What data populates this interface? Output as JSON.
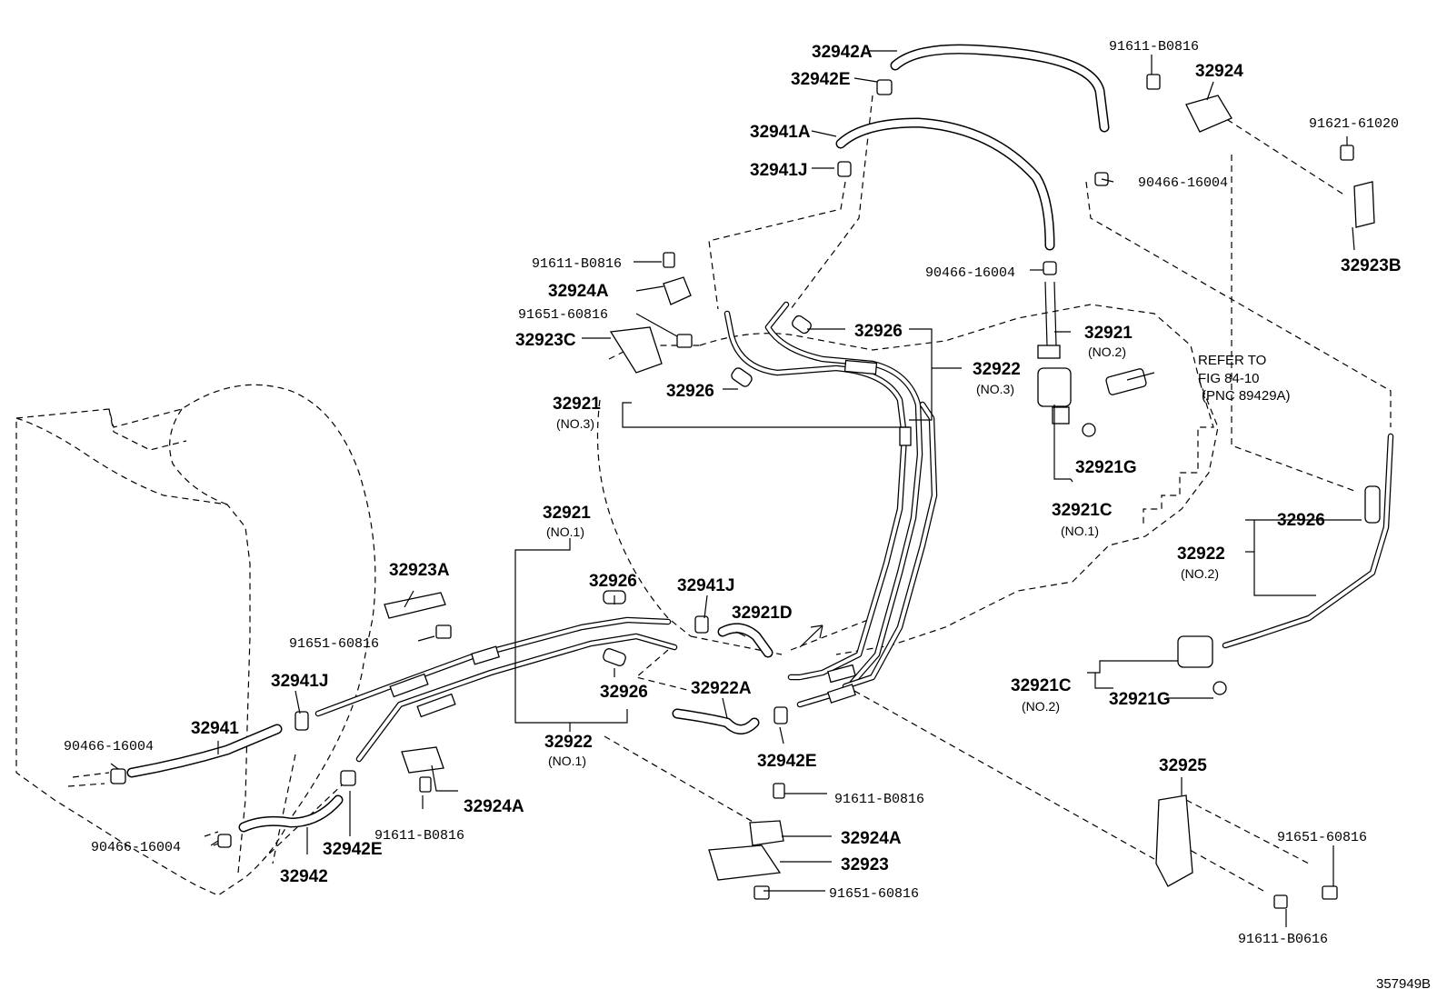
{
  "figure_id": "357949B",
  "labels": {
    "p32942A": "32942A",
    "p32942E_top": "32942E",
    "p32941A": "32941A",
    "p32941J_top": "32941J",
    "p91611_top": "91611-B0816",
    "p32924_top": "32924",
    "p91621": "91621-61020",
    "p90466_right": "90466-16004",
    "p32923B": "32923B",
    "p90466_mid": "90466-16004",
    "p91611_left": "91611-B0816",
    "p32924A_top": "32924A",
    "p91651_top": "91651-60816",
    "p32923C": "32923C",
    "p32926_a": "32926",
    "p32921_no2": "32921",
    "p32922_no3": "32922",
    "p32921_no3": "32921",
    "p32926_b": "32926",
    "p32921G_top": "32921G",
    "p32921C_no1": "32921C",
    "p32926_c": "32926",
    "p32922_no2": "32922",
    "p32921_no1": "32921",
    "p32923A": "32923A",
    "p32926_d": "32926",
    "p32941J_mid": "32941J",
    "p32921D": "32921D",
    "p91651_left": "91651-60816",
    "p32941J_left": "32941J",
    "p32926_e": "32926",
    "p32922A": "32922A",
    "p32941": "32941",
    "p90466_left": "90466-16004",
    "p32922_no1": "32922",
    "p32942E_mid": "32942E",
    "p32921C_no2": "32921C",
    "p32921G_bottom": "32921G",
    "p32924A_bottom": "32924A",
    "p91611_bottom": "91611-B0816",
    "p90466_bottom": "90466-16004",
    "p32942E_bottom": "32942E",
    "p32942": "32942",
    "p91611_center": "91611-B0816",
    "p32924A_center": "32924A",
    "p32923": "32923",
    "p91651_center": "91651-60816",
    "p32925": "32925",
    "p91651_right": "91651-60816",
    "p91611_right": "91611-B0616"
  },
  "sublabels": {
    "no1": "(NO.1)",
    "no2": "(NO.2)",
    "no3": "(NO.3)"
  },
  "refer": {
    "line1": "REFER TO",
    "line2": "FIG 84-10",
    "line3": "(PNC 89429A)"
  }
}
